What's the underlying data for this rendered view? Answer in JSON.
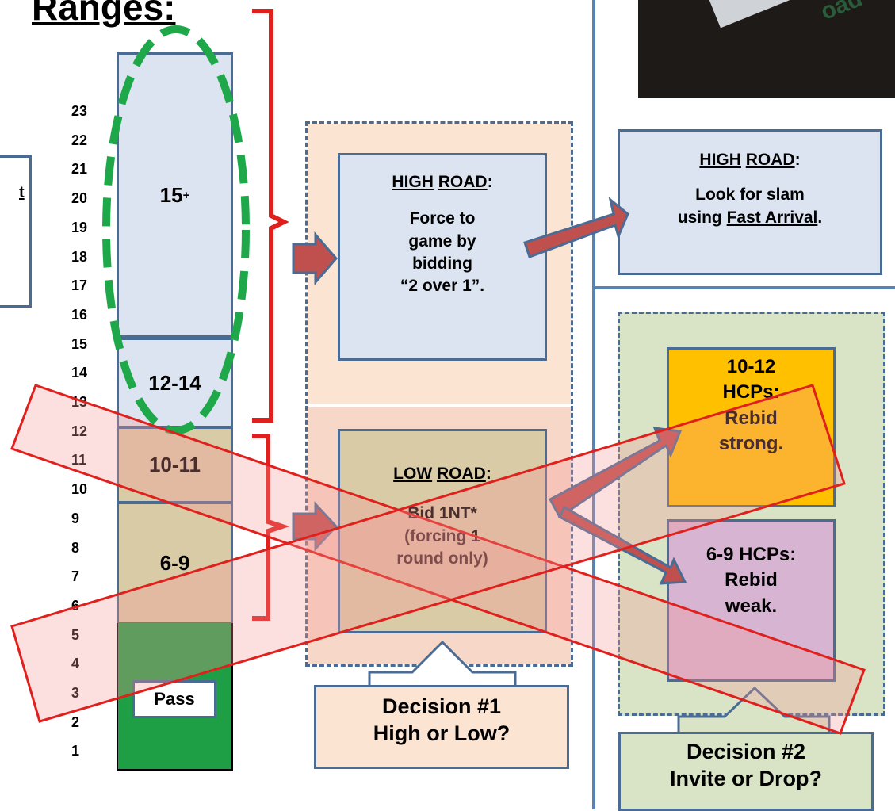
{
  "title": "Ranges:",
  "left_stub_text": "t",
  "hcp_ticks": [
    "23",
    "22",
    "21",
    "20",
    "19",
    "18",
    "17",
    "16",
    "15",
    "14",
    "13",
    "12",
    "11",
    "10",
    "9",
    "8",
    "7",
    "6",
    "5",
    "4",
    "3",
    "2",
    "1"
  ],
  "ranges": {
    "r15": {
      "label": "15",
      "sup": "+"
    },
    "r12": "12-14",
    "r10": "10-11",
    "r6": "6-9",
    "pass": "Pass"
  },
  "high_road": {
    "word1": "HIGH",
    "word2": "ROAD",
    "colon": ":",
    "line1": "Force to",
    "line2": "game by",
    "line3": "bidding",
    "line4": "“2 over 1”."
  },
  "low_road": {
    "word1": "LOW",
    "word2": "ROAD",
    "colon": ":",
    "line1": "Bid 1NT*",
    "line2": "(forcing 1",
    "line3": "round only)"
  },
  "decision1": {
    "line1": "Decision #1",
    "line2": "High or Low?"
  },
  "high_road_2": {
    "word1": "HIGH",
    "word2": "ROAD",
    "colon": ":",
    "line1": "Look for slam",
    "line2_pre": "using ",
    "line2_link": "Fast Arrival",
    "line2_post": "."
  },
  "strong": {
    "line1": "10-12",
    "line2": "HCPs:",
    "line3": "Rebid",
    "line4": "strong."
  },
  "weak": {
    "line1": "6-9 HCPs:",
    "line2": "Rebid",
    "line3": "weak."
  },
  "decision2": {
    "line1": "Decision #2",
    "line2": "Invite or Drop?"
  },
  "photo_sign_text": "oad",
  "colors": {
    "border_blue": "#4a6b94",
    "light_blue": "#dbe4f0",
    "tan": "#d9cba6",
    "peach": "#fbe4d2",
    "sage": "#d9e4c6",
    "orange": "#ffc000",
    "mauve": "#d7b4d1",
    "pass_green": "#1f9f45",
    "ellipse_green": "#1ea84a",
    "bracket_red": "#e0201c",
    "arrow_red": "#c0504d"
  }
}
